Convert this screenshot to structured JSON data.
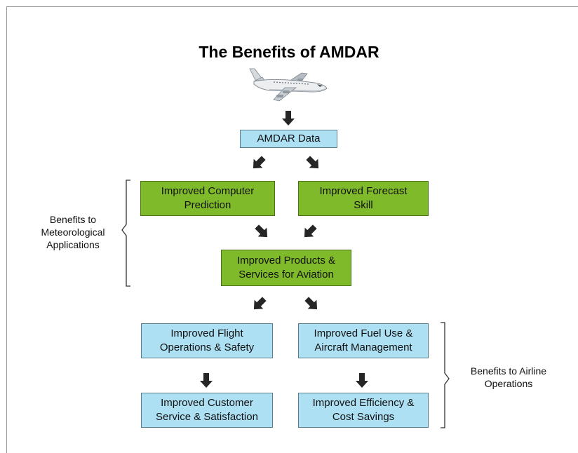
{
  "title": "The Benefits of AMDAR",
  "boxes": {
    "amdar": {
      "lines": [
        "AMDAR Data"
      ]
    },
    "computer": {
      "lines": [
        "Improved Computer",
        "Prediction"
      ]
    },
    "forecast": {
      "lines": [
        "Improved Forecast",
        "Skill"
      ]
    },
    "products": {
      "lines": [
        "Improved Products &",
        "Services for Aviation"
      ]
    },
    "flight": {
      "lines": [
        "Improved Flight",
        "Operations & Safety"
      ]
    },
    "fuel": {
      "lines": [
        "Improved Fuel Use &",
        "Aircraft Management"
      ]
    },
    "customer": {
      "lines": [
        "Improved Customer",
        "Service & Satisfaction"
      ]
    },
    "efficiency": {
      "lines": [
        "Improved Efficiency &",
        "Cost Savings"
      ]
    }
  },
  "labels": {
    "meteo": {
      "lines": [
        "Benefits to",
        "Meteorological",
        "Applications"
      ]
    },
    "airline": {
      "lines": [
        "Benefits to Airline",
        "Operations"
      ]
    }
  },
  "colors": {
    "blue_box": "#aee0f4",
    "green_box": "#7fba2a",
    "arrow": "#262626",
    "bracket": "#333333"
  },
  "icons": {
    "airplane": "airplane-icon",
    "arrow": "arrow-icon"
  }
}
